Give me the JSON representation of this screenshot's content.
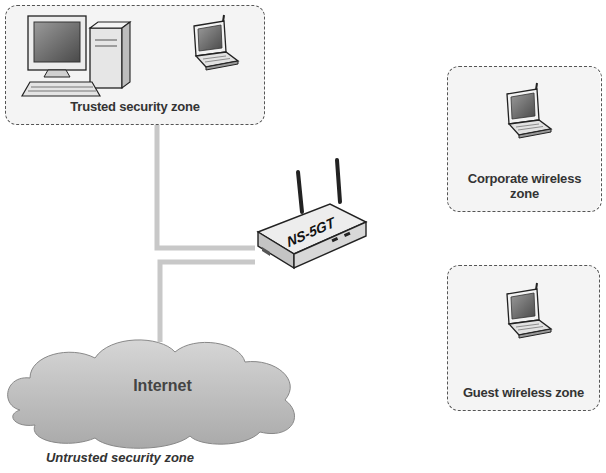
{
  "diagram": {
    "nodes": [
      {
        "text": [
          "Trusted security zone"
        ]
      },
      {
        "text": [
          "Corporate wireless zone"
        ]
      },
      {
        "text": [
          "Guest wireless zone"
        ]
      },
      {
        "text": [
          "NS-5GT"
        ]
      },
      {
        "text": [
          "Internet",
          "Untrusted security zone"
        ]
      }
    ],
    "edges": [
      {
        "from": 0,
        "to": 3,
        "arrow": "none"
      },
      {
        "from": 3,
        "to": 4,
        "arrow": "none"
      }
    ]
  }
}
